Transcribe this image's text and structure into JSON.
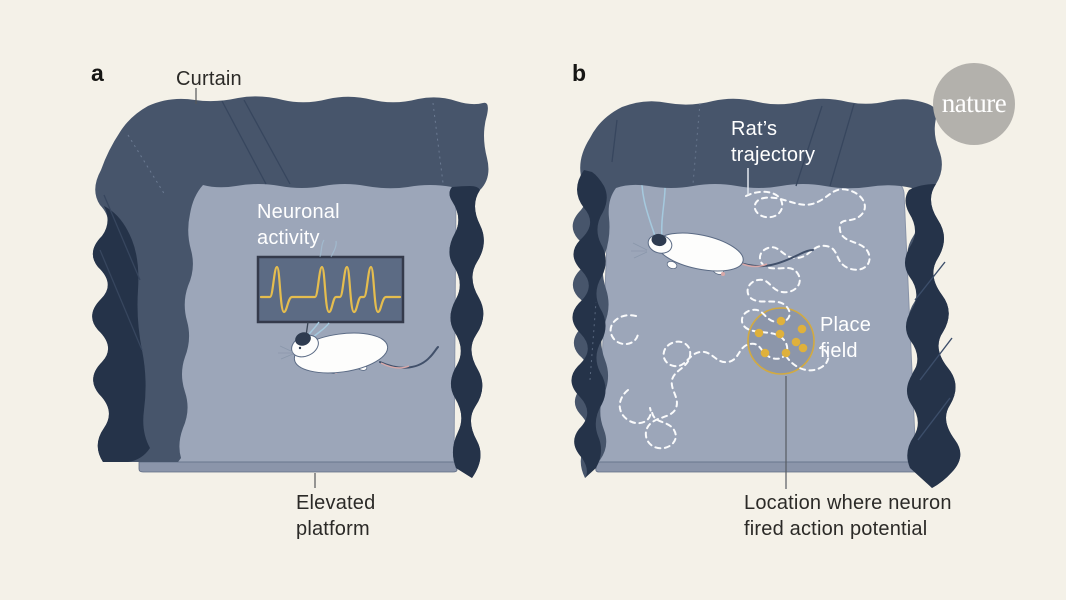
{
  "figure": {
    "panels": {
      "a": {
        "label": "a",
        "curtain_label": "Curtain",
        "neuronal_activity": {
          "line1": "Neuronal",
          "line2": "activity",
          "spike_count": 4
        },
        "platform_label": {
          "line1": "Elevated",
          "line2": "platform"
        }
      },
      "b": {
        "label": "b",
        "trajectory_label": {
          "line1": "Rat’s",
          "line2": "trajectory"
        },
        "place_field_label": {
          "line1": "Place",
          "line2": "field"
        },
        "location_label": {
          "line1": "Location where neuron",
          "line2": "fired action potential"
        },
        "firing_dot_count": 8
      }
    },
    "logo_text": "nature",
    "colors": {
      "background": "#f4f1e8",
      "curtain": "#47556b",
      "curtain_dark": "#253349",
      "platform": "#9ca6b9",
      "platform_edge": "#8b95aa",
      "spike_box_bg": "#5c6b84",
      "spike_trace": "#e5bd4e",
      "place_field_stroke": "#d2aa41",
      "firing_dot": "#dfb13c",
      "wire_blue": "#a5c9de",
      "trajectory": "#ffffff",
      "logo_bg": "#b3b1ac",
      "text_dark": "#2b2a27",
      "text_light": "#ffffff"
    }
  }
}
